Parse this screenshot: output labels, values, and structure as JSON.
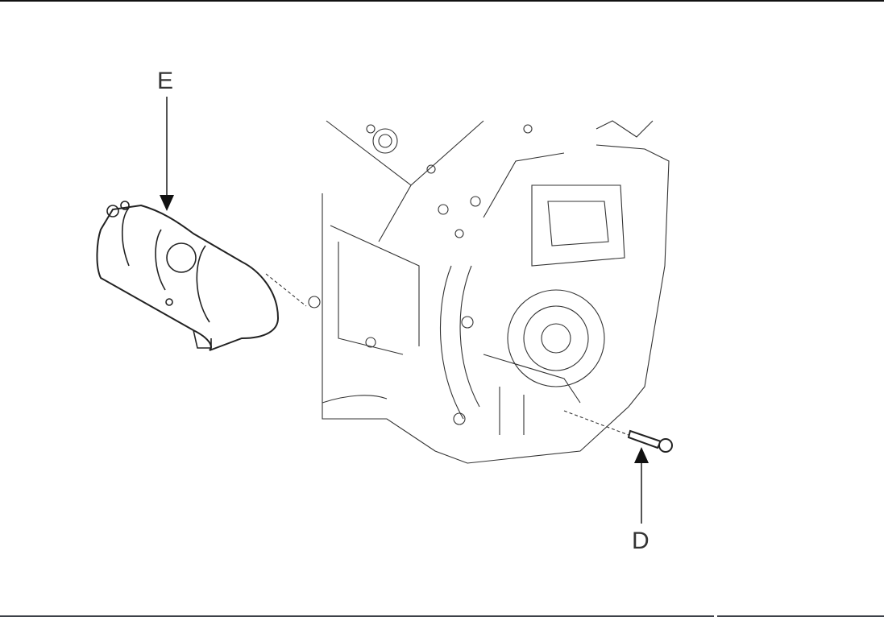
{
  "figure": {
    "description": "Starter motor removal illustration",
    "callouts": [
      {
        "label": "E",
        "target": "starter-motor"
      },
      {
        "label": "D",
        "target": "mounting-bolt"
      }
    ]
  }
}
